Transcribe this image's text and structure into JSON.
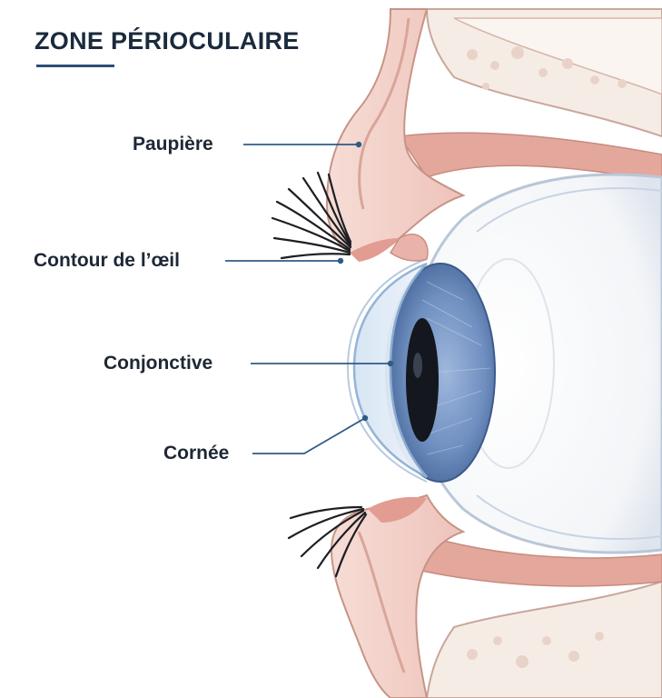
{
  "title": "ZONE PÉRIOCULAIRE",
  "labels": {
    "eyelid": "Paupière",
    "eye_contour": "Contour de l’œil",
    "conjunctiva": "Conjonctive",
    "cornea": "Cornée"
  },
  "colors": {
    "title": "#1b2a3d",
    "accent_rule": "#2a4e78",
    "leader_line": "#2f5b86",
    "skin": "#f2d4cc",
    "tissue": "#e3a49a",
    "iris": "#6f8fbf",
    "sclera": "#f7f8fa"
  }
}
